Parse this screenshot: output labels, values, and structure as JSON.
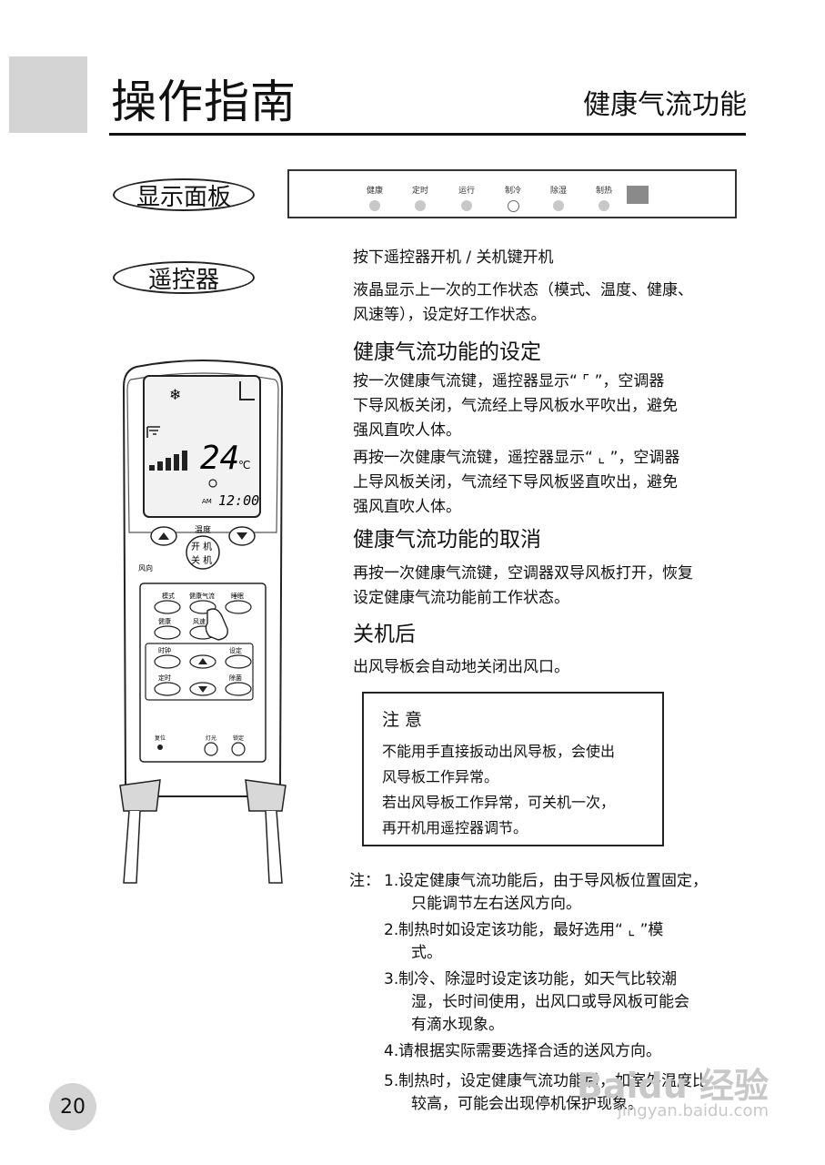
{
  "header": {
    "title": "操作指南",
    "section": "健康气流功能"
  },
  "labels": {
    "display_panel": "显示面板",
    "remote": "遥控器"
  },
  "panel": {
    "indicators": [
      {
        "label": "健康",
        "state": "off"
      },
      {
        "label": "定时",
        "state": "off"
      },
      {
        "label": "运行",
        "state": "off"
      },
      {
        "label": "制冷",
        "state": "hollow"
      },
      {
        "label": "除湿",
        "state": "off"
      },
      {
        "label": "制热",
        "state": "off"
      }
    ]
  },
  "remote": {
    "temperature": "24",
    "temp_unit": "℃",
    "am": "AM",
    "clock": "12:00",
    "temp_label": "温度",
    "power_on": "开 机",
    "power_off": "关 机",
    "wind_dir": "风向",
    "btn_mode": "模式",
    "btn_health_air": "健康气流",
    "btn_sleep": "睡眠",
    "btn_health": "健康",
    "btn_fan": "风速",
    "btn_clock": "时钟",
    "btn_set": "设定",
    "btn_timer": "定时",
    "btn_dehumid": "除菌",
    "btn_reset": "复位",
    "btn_light": "灯光",
    "btn_lock": "锁定"
  },
  "content": {
    "intro_1": "按下遥控器开机 / 关机键开机",
    "intro_2a": "液晶显示上一次的工作状态（模式、温度、健康、",
    "intro_2b": "风速等），设定好工作状态。",
    "h_setting": "健康气流功能的设定",
    "p1a": "按一次健康气流键，遥控器显示“ ⌜ ”，空调器",
    "p1b": "下导风板关闭，气流经上导风板水平吹出，避免",
    "p1c": "强风直吹人体。",
    "p2a": "再按一次健康气流键，遥控器显示“ ⌞ ”，空调器",
    "p2b": "上导风板关闭，气流经下导风板竖直吹出，避免",
    "p2c": "强风直吹人体。",
    "h_cancel": "健康气流功能的取消",
    "p3a": "再按一次健康气流键，空调器双导风板打开，恢复",
    "p3b": "设定健康气流功能前工作状态。",
    "h_off": "关机后",
    "p4": "出风导板会自动地关闭出风口。"
  },
  "notice": {
    "title": "注  意",
    "lines": [
      "不能用手直接扳动出风导板，会使出",
      "风导板工作异常。",
      "若出风导板工作异常，可关机一次，",
      "再开机用遥控器调节。"
    ]
  },
  "notes": {
    "prefix": "注：",
    "items": [
      {
        "num": "1.",
        "lines": [
          "设定健康气流功能后，由于导风板位置固定，",
          "只能调节左右送风方向。"
        ]
      },
      {
        "num": "2.",
        "lines": [
          "制热时如设定该功能，最好选用“ ⌞ ”模",
          "式。"
        ]
      },
      {
        "num": "3.",
        "lines": [
          "制冷、除湿时设定该功能，如天气比较潮",
          "湿，长时间使用，出风口或导风板可能会",
          "有滴水现象。"
        ]
      },
      {
        "num": "4.",
        "lines": [
          "请根据实际需要选择合适的送风方向。"
        ]
      },
      {
        "num": "5.",
        "lines": [
          "制热时，设定健康气流功能后，如室外温度比",
          "较高，可能会出现停机保护现象。"
        ]
      }
    ]
  },
  "page_number": "20",
  "watermark": {
    "brand": "Baidu 经验",
    "url": "jingyan.baidu.com"
  }
}
